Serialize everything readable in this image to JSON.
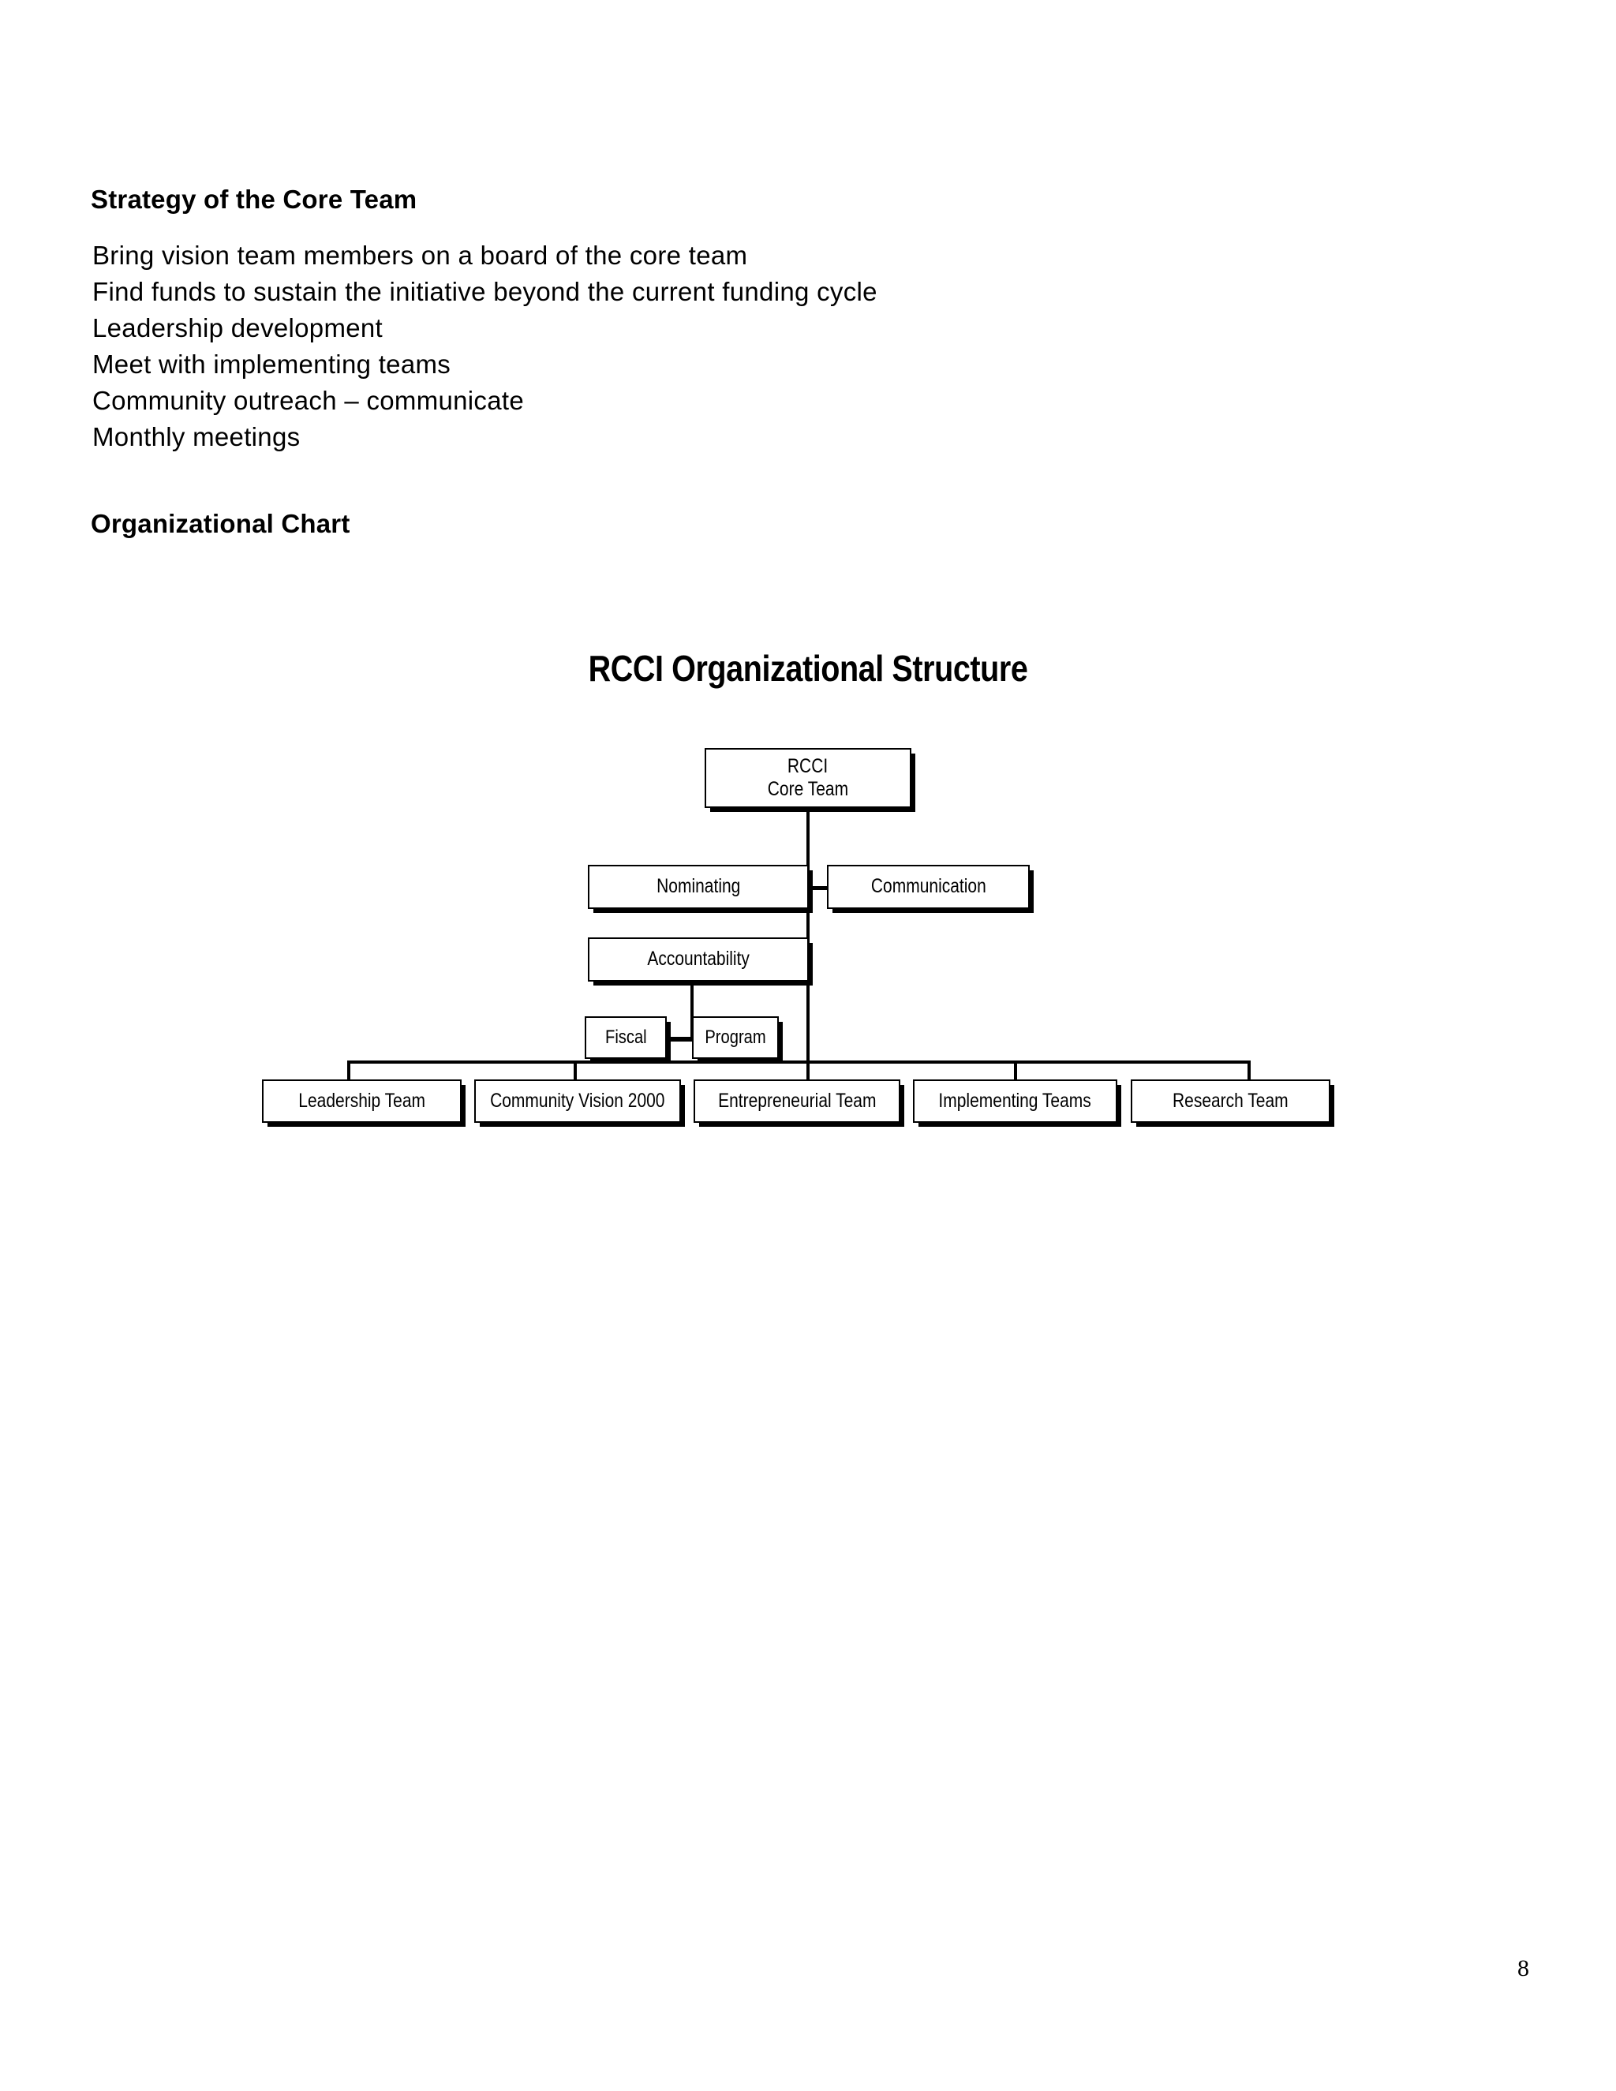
{
  "document": {
    "heading_strategy": "Strategy of the Core Team",
    "heading_orgchart": "Organizational Chart",
    "page_number": "8",
    "strategy_lines": [
      "Bring vision team members on a board of the core team",
      "Find funds to sustain the initiative beyond the current funding cycle",
      "Leadership development",
      "Meet with implementing teams",
      "Community outreach – communicate",
      "Monthly meetings"
    ]
  },
  "chart_data": {
    "type": "diagram",
    "title": "RCCI Organizational Structure",
    "nodes": {
      "root": {
        "line1": "RCCI",
        "line2": "Core Team"
      },
      "nominating": "Nominating",
      "communication": "Communication",
      "accountability": "Accountability",
      "fiscal": "Fiscal",
      "program": "Program",
      "teams": [
        "Leadership Team",
        "Community Vision 2000",
        "Entrepreneurial Team",
        "Implementing Teams",
        "Research Team"
      ]
    },
    "edges": [
      {
        "from": "root",
        "to": "nominating"
      },
      {
        "from": "root",
        "to": "communication"
      },
      {
        "from": "root",
        "to": "accountability"
      },
      {
        "from": "accountability",
        "to": "fiscal"
      },
      {
        "from": "accountability",
        "to": "program"
      },
      {
        "from": "root",
        "to": "Leadership Team"
      },
      {
        "from": "root",
        "to": "Community Vision 2000"
      },
      {
        "from": "root",
        "to": "Entrepreneurial Team"
      },
      {
        "from": "root",
        "to": "Implementing Teams"
      },
      {
        "from": "root",
        "to": "Research Team"
      }
    ],
    "colors": {
      "line": "#000000",
      "box_fill": "#ffffff",
      "text": "#000000"
    }
  }
}
